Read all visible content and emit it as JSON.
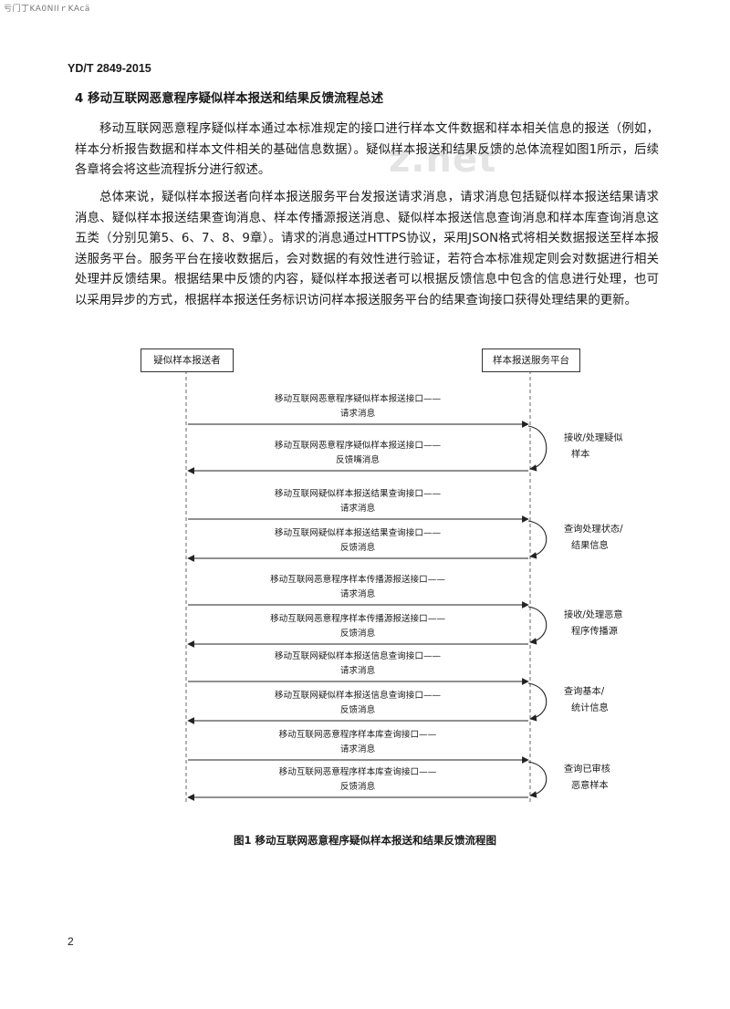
{
  "header_mark": "亏门丁KA0NIIｒKAcä",
  "doc_number": "YD/T 2849-2015",
  "section_heading": "4  移动互联网恶意程序疑似样本报送和结果反馈流程总述",
  "watermark": "z.net",
  "paragraph1": "移动互联网恶意程序疑似样本通过本标准规定的接口进行样本文件数据和样本相关信息的报送（例如，样本分析报告数据和样本文件相关的基础信息数据）。疑似样本报送和结果反馈的总体流程如图1所示，后续各章将会将这些流程拆分进行叙述。",
  "paragraph2": "总体来说，疑似样本报送者向样本报送服务平台发报送请求消息，请求消息包括疑似样本报送结果请求消息、疑似样本报送结果查询消息、样本传播源报送消息、疑似样本报送信息查询消息和样本库查询消息这五类（分别见第5、6、7、8、9章）。请求的消息通过HTTPS协议，采用JSON格式将相关数据报送至样本报送服务平台。服务平台在接收数据后，会对数据的有效性进行验证，若符合本标准规定则会对数据进行相关处理并反馈结果。根据结果中反馈的内容，疑似样本报送者可以根据反馈信息中包含的信息进行处理，也可以采用异步的方式，根据样本报送任务标识访问样本报送服务平台的结果查询接口获得处理结果的更新。",
  "diagram": {
    "actor_left": "疑似样本报送者",
    "actor_right": "样本报送服务平台",
    "messages": [
      {
        "line1": "移动互联网恶意程序疑似样本报送接口——",
        "line2": "请求消息"
      },
      {
        "line1": "移动互联网恶意程序疑似样本报送接口——",
        "line2": "反馈嘴消息"
      },
      {
        "line1": "移动互联网疑似样本报送结果查询接口——",
        "line2": "请求消息"
      },
      {
        "line1": "移动互联网疑似样本报送结果查询接口——",
        "line2": "反馈消息"
      },
      {
        "line1": "移动互联网恶意程序样本传播源报送接口——",
        "line2": "请求消息"
      },
      {
        "line1": "移动互联网恶意程序样本传播源报送接口——",
        "line2": "反馈消息"
      },
      {
        "line1": "移动互联网疑似样本报送信息查询接口——",
        "line2": "请求消息"
      },
      {
        "line1": "移动互联网疑似样本报送信息查询接口——",
        "line2": "反馈消息"
      },
      {
        "line1": "移动互联网恶意程序样本库查询接口——",
        "line2": "请求消息"
      },
      {
        "line1": "移动互联网恶意程序样本库查询接口——",
        "line2": "反馈消息"
      }
    ],
    "notes": [
      {
        "line1": "接收/处理疑似",
        "line2": "样本"
      },
      {
        "line1": "查询处理状态/",
        "line2": "结果信息"
      },
      {
        "line1": "接收/处理恶意",
        "line2": "程序传播源"
      },
      {
        "line1": "查询基本/",
        "line2": "统计信息"
      },
      {
        "line1": "查询已审核",
        "line2": "恶意样本"
      }
    ]
  },
  "caption": "图1   移动互联网恶意程序疑似样本报送和结果反馈流程图",
  "page_number": "2"
}
